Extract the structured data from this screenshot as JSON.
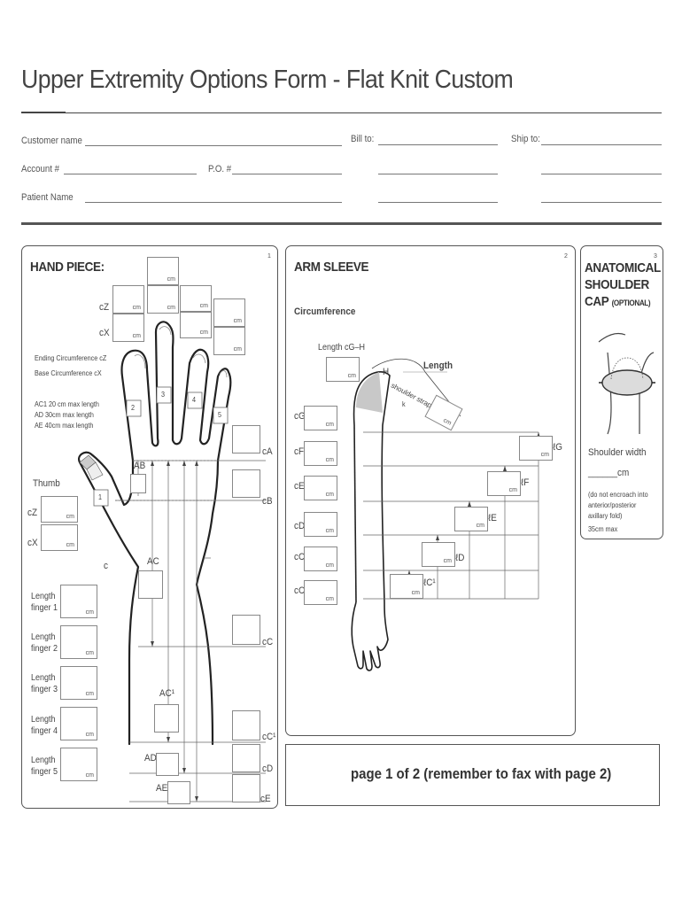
{
  "title": "Upper Extremity Options Form - Flat Knit Custom",
  "header_fields": {
    "customer_name": "Customer name",
    "bill_to": "Bill to:",
    "ship_to": "Ship to:",
    "account": "Account #",
    "po": "P.O. #",
    "patient_name": "Patient Name"
  },
  "hand": {
    "page_num": "1",
    "heading": "HAND PIECE:",
    "cz": "cZ",
    "cx": "cX",
    "ending_circ": "Ending Circumference cZ",
    "base_circ": "Base Circumference cX",
    "ac1": "AC1 20 cm max length",
    "ad": "AD 30cm max length",
    "ae": "AE 40cm max length",
    "thumb": "Thumb",
    "thumb_cz": "cZ",
    "thumb_cx": "cX",
    "ca": "cA",
    "cb": "cB",
    "cc": "cC",
    "cc1": "cC¹",
    "cd": "cD",
    "ce": "cE",
    "ab": "AB",
    "ac": "AC",
    "ac1_label": "AC¹",
    "ad_label": "AD",
    "ae_label": "AE",
    "c": "c",
    "finger_nums": [
      "1",
      "2",
      "3",
      "4",
      "5"
    ],
    "length_fingers": [
      {
        "line1": "Length",
        "line2": "finger 1"
      },
      {
        "line1": "Length",
        "line2": "finger 2"
      },
      {
        "line1": "Length",
        "line2": "finger 3"
      },
      {
        "line1": "Length",
        "line2": "finger 4"
      },
      {
        "line1": "Length",
        "line2": "finger 5"
      }
    ],
    "unit": "cm"
  },
  "arm": {
    "page_num": "2",
    "heading": "ARM SLEEVE",
    "circumference": "Circumference",
    "length_cg_h": "Length cG–H",
    "length": "Length",
    "h": "H",
    "shoulder_strap": "shoulder strap",
    "k": "k",
    "cg": "cG",
    "cf": "cF",
    "ce": "cE",
    "cd": "cD",
    "cc1": "cC¹",
    "cc": "cC",
    "lg": "ℓG",
    "lf": "ℓF",
    "le": "ℓE",
    "ld": "ℓD",
    "lc1": "ℓC¹",
    "unit": "cm"
  },
  "shoulder": {
    "page_num": "3",
    "heading1": "ANATOMICAL",
    "heading2": "SHOULDER",
    "heading3": "CAP",
    "optional": "(OPTIONAL)",
    "width": "Shoulder width",
    "width_unit": "______cm",
    "note1": "(do not encroach into",
    "note2": "anterior/posterior",
    "note3": "axillary fold)",
    "note4": "35cm max"
  },
  "footer": "page 1 of 2 (remember to fax with page 2)"
}
